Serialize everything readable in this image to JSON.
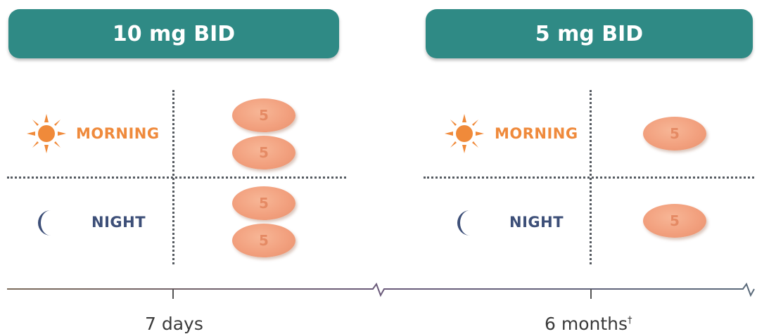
{
  "panels": [
    {
      "dose": "10 mg BID",
      "morning_label": "MORNING",
      "night_label": "NIGHT",
      "morning_pills": 2,
      "night_pills": 2,
      "pill_imprint": "5",
      "duration": "7 days",
      "duration_mark": ""
    },
    {
      "dose": "5 mg BID",
      "morning_label": "MORNING",
      "night_label": "NIGHT",
      "morning_pills": 1,
      "night_pills": 1,
      "pill_imprint": "5",
      "duration": "6 months",
      "duration_mark": "†"
    }
  ],
  "colors": {
    "header_bg": "#2f8a85",
    "morning_text": "#ef8a3c",
    "night_text": "#3d4f78",
    "pill": "#f2a07e",
    "sun": "#f08a3a",
    "moon": "#3d4f78"
  },
  "icons": {
    "morning": "sun-icon",
    "night": "moon-icon"
  }
}
